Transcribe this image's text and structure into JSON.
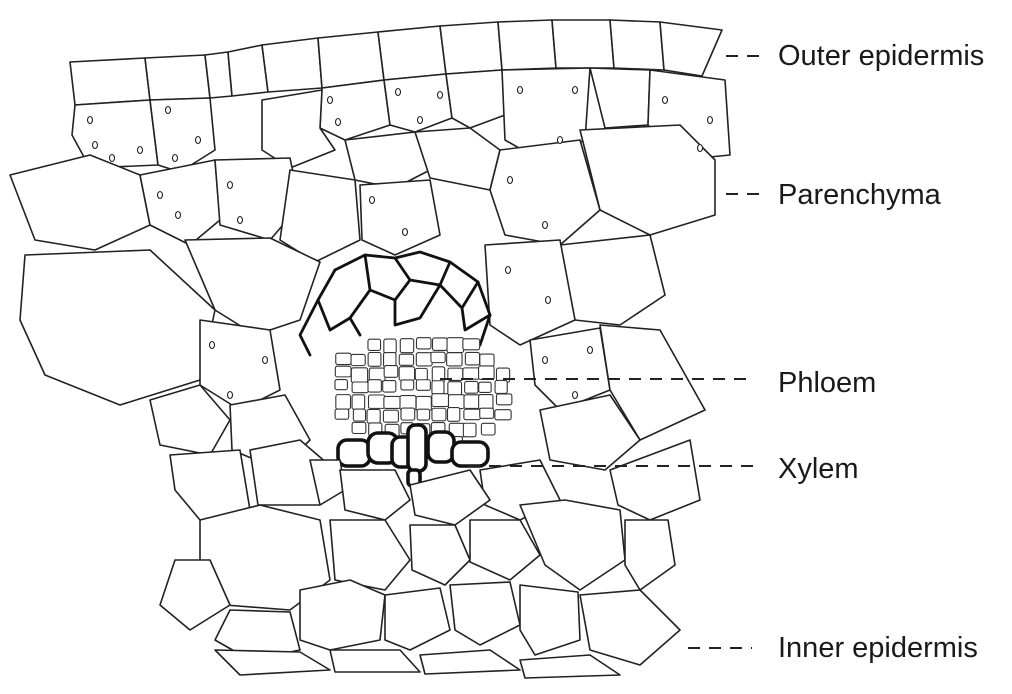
{
  "labels": {
    "outer_epidermis": "Outer epidermis",
    "parenchyma": "Parenchyma",
    "phloem": "Phloem",
    "xylem": "Xylem",
    "inner_epidermis": "Inner epidermis"
  }
}
